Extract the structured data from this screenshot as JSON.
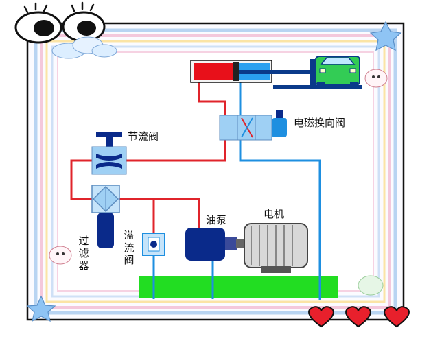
{
  "labels": {
    "throttle_valve": "节流阀",
    "solenoid_valve": "电磁换向阀",
    "oil_pump": "油泵",
    "motor": "电机",
    "filter": "过滤器",
    "relief_valve": "溢流阀"
  },
  "colors": {
    "pressure_line": "#e0242b",
    "return_line": "#1e8fe0",
    "tank": "#22dd22",
    "frame_border": "#111111",
    "cylinder_red": "#e8101a",
    "cylinder_blue": "#2aa0f0",
    "pump_body": "#0a2a8a",
    "car_body": "#33cc55"
  },
  "icons": {
    "eyes": "cartoon-eyes-icon",
    "star_top_right": "star-icon",
    "star_bottom_left": "star-icon",
    "hearts": "heart-icon",
    "cloud_left": "cloud-icon",
    "cloud_right": "cloud-icon"
  }
}
